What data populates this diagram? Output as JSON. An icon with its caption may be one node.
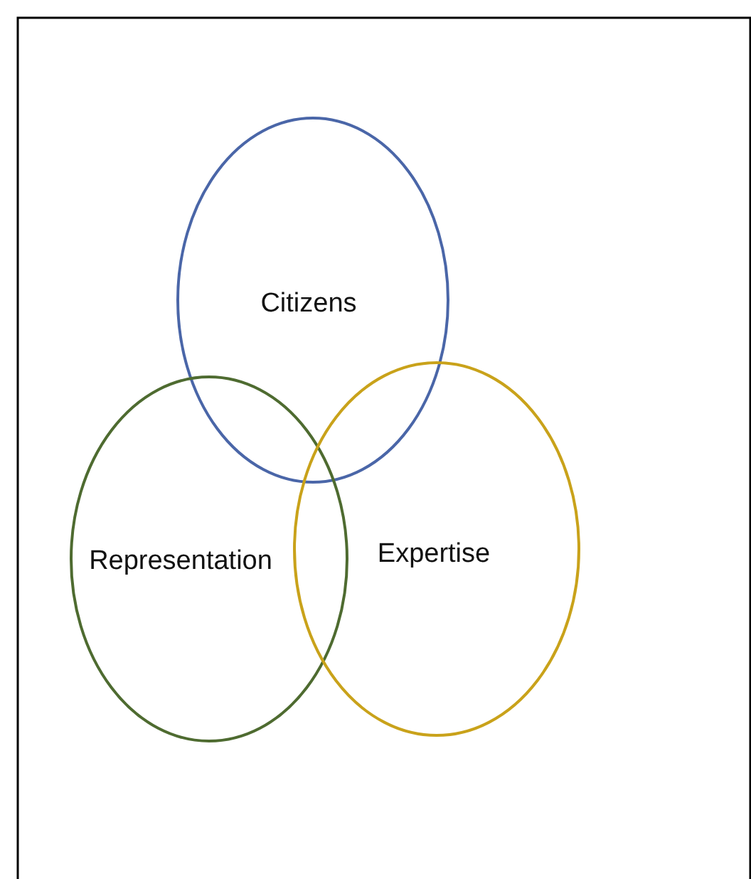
{
  "diagram": {
    "nodes": [
      {
        "text": [
          "Citizens"
        ]
      },
      {
        "text": [
          "Representation"
        ]
      },
      {
        "text": [
          "Expertise"
        ]
      }
    ]
  }
}
